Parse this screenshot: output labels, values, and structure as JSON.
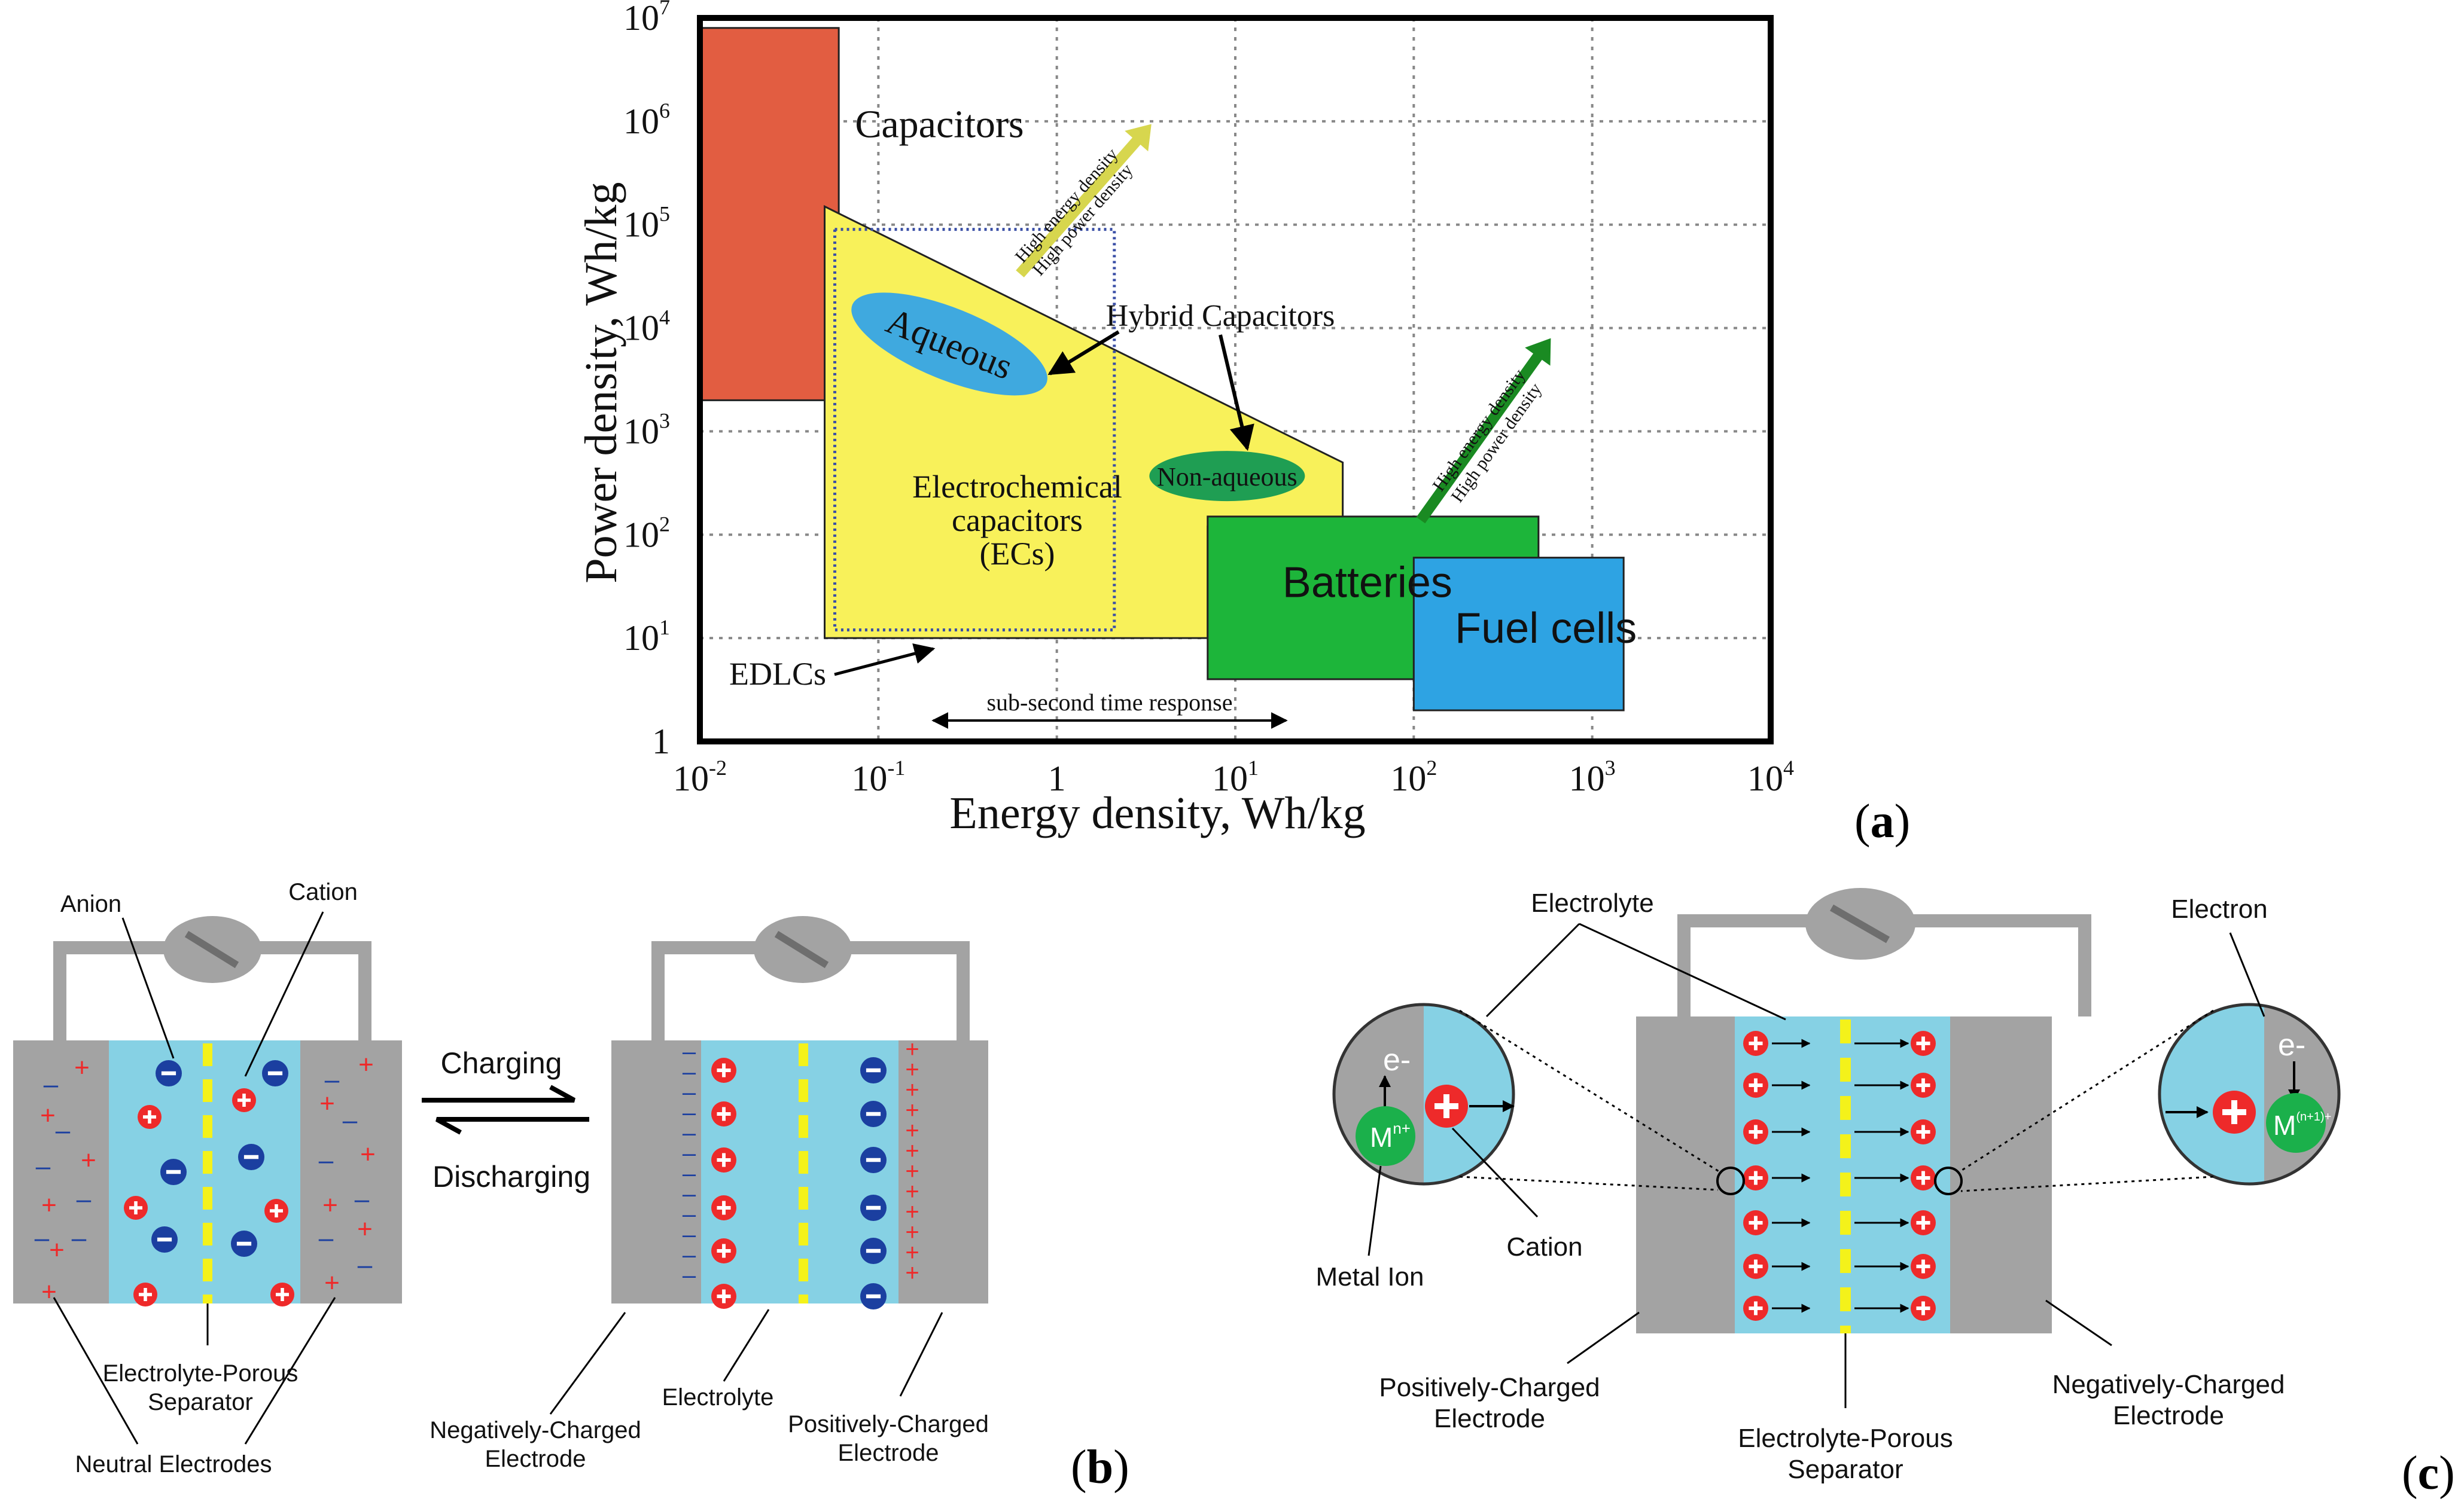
{
  "panels": {
    "a": {
      "label": "(a)",
      "chart_data": {
        "type": "ragone",
        "xlabel": "Energy density, Wh/kg",
        "ylabel": "Power density, Wh/kg",
        "x_log_range": [
          -2,
          4
        ],
        "y_log_range": [
          0,
          7
        ],
        "x_ticks": [
          {
            "exp": -2,
            "base": "10",
            "sup": "-2"
          },
          {
            "exp": -1,
            "base": "10",
            "sup": "-1"
          },
          {
            "exp": 0,
            "base": "1",
            "sup": ""
          },
          {
            "exp": 1,
            "base": "10",
            "sup": "1"
          },
          {
            "exp": 2,
            "base": "10",
            "sup": "2"
          },
          {
            "exp": 3,
            "base": "10",
            "sup": "3"
          },
          {
            "exp": 4,
            "base": "10",
            "sup": "4"
          }
        ],
        "y_ticks": [
          {
            "exp": 0,
            "base": "1",
            "sup": ""
          },
          {
            "exp": 1,
            "base": "10",
            "sup": "1"
          },
          {
            "exp": 2,
            "base": "10",
            "sup": "2"
          },
          {
            "exp": 3,
            "base": "10",
            "sup": "3"
          },
          {
            "exp": 4,
            "base": "10",
            "sup": "4"
          },
          {
            "exp": 5,
            "base": "10",
            "sup": "5"
          },
          {
            "exp": 6,
            "base": "10",
            "sup": "6"
          },
          {
            "exp": 7,
            "base": "10",
            "sup": "7"
          }
        ],
        "regions": [
          {
            "id": "capacitors",
            "label": "Capacitors",
            "color": "#e25d41",
            "energy_range": [
              0.01,
              0.06
            ],
            "power_range": [
              2000,
              8000000
            ]
          },
          {
            "id": "electrochemical-capacitors",
            "label_lines": [
              "Electrochemical",
              "capacitors",
              "(ECs)"
            ],
            "color": "#f8f15a",
            "polygon": [
              [
                0.05,
                10
              ],
              [
                0.05,
                150000
              ],
              [
                40,
                500
              ],
              [
                40,
                120
              ],
              [
                7,
                120
              ],
              [
                7,
                10
              ]
            ]
          },
          {
            "id": "batteries",
            "label": "Batteries",
            "color": "#1db53a",
            "energy_range": [
              7,
              500
            ],
            "power_range": [
              4,
              150
            ]
          },
          {
            "id": "fuel-cells",
            "label": "Fuel cells",
            "color": "#2ea3e3",
            "energy_range": [
              100,
              1500
            ],
            "power_range": [
              2,
              60
            ]
          }
        ],
        "ellipses": [
          {
            "label": "Aqueous",
            "color": "#3fa9df",
            "center": [
              0.25,
              7000
            ]
          },
          {
            "label": "Non-aqueous",
            "color": "#1f9e53",
            "center": [
              9,
              370
            ]
          }
        ],
        "annotations": [
          {
            "text": "Hybrid Capacitors"
          },
          {
            "text": "EDLCs"
          },
          {
            "text": "sub-second time response"
          },
          {
            "lines": [
              "High energy density",
              "High power density"
            ],
            "color": "#d7d64e"
          },
          {
            "lines": [
              "High energy density",
              "High power density"
            ],
            "color": "#1a8a22"
          }
        ]
      }
    },
    "b": {
      "label": "(b)",
      "labels": {
        "anion": "Anion",
        "cation": "Cation",
        "separator": [
          "Electrolyte-Porous",
          "Separator"
        ],
        "neutral": "Neutral Electrodes",
        "charging": "Charging",
        "discharging": "Discharging",
        "neg_electrode": [
          "Negatively-Charged",
          "Electrode"
        ],
        "electrolyte": "Electrolyte",
        "pos_electrode": [
          "Positively-Charged",
          "Electrode"
        ]
      }
    },
    "c": {
      "label": "(c)",
      "labels": {
        "electrolyte": "Electrolyte",
        "electron": "Electron",
        "e_minus": "e-",
        "metal_ion_symbol": "M",
        "metal_ion_sup_left": "n+",
        "metal_ion_sup_right": "(n+1)+",
        "metal_ion": "Metal Ion",
        "cation": "Cation",
        "pos_electrode": [
          "Positively-Charged",
          "Electrode"
        ],
        "separator": [
          "Electrolyte-Porous",
          "Separator"
        ],
        "neg_electrode": [
          "Negatively-Charged",
          "Electrode"
        ]
      }
    }
  },
  "colors": {
    "electrode_gray": "#a3a3a3",
    "electrolyte_blue": "#86d1e4",
    "separator_yellow": "#f4f21a",
    "cation_red": "#ee2a2a",
    "anion_blue": "#1b3fa0",
    "metal_green": "#1bb04b"
  }
}
